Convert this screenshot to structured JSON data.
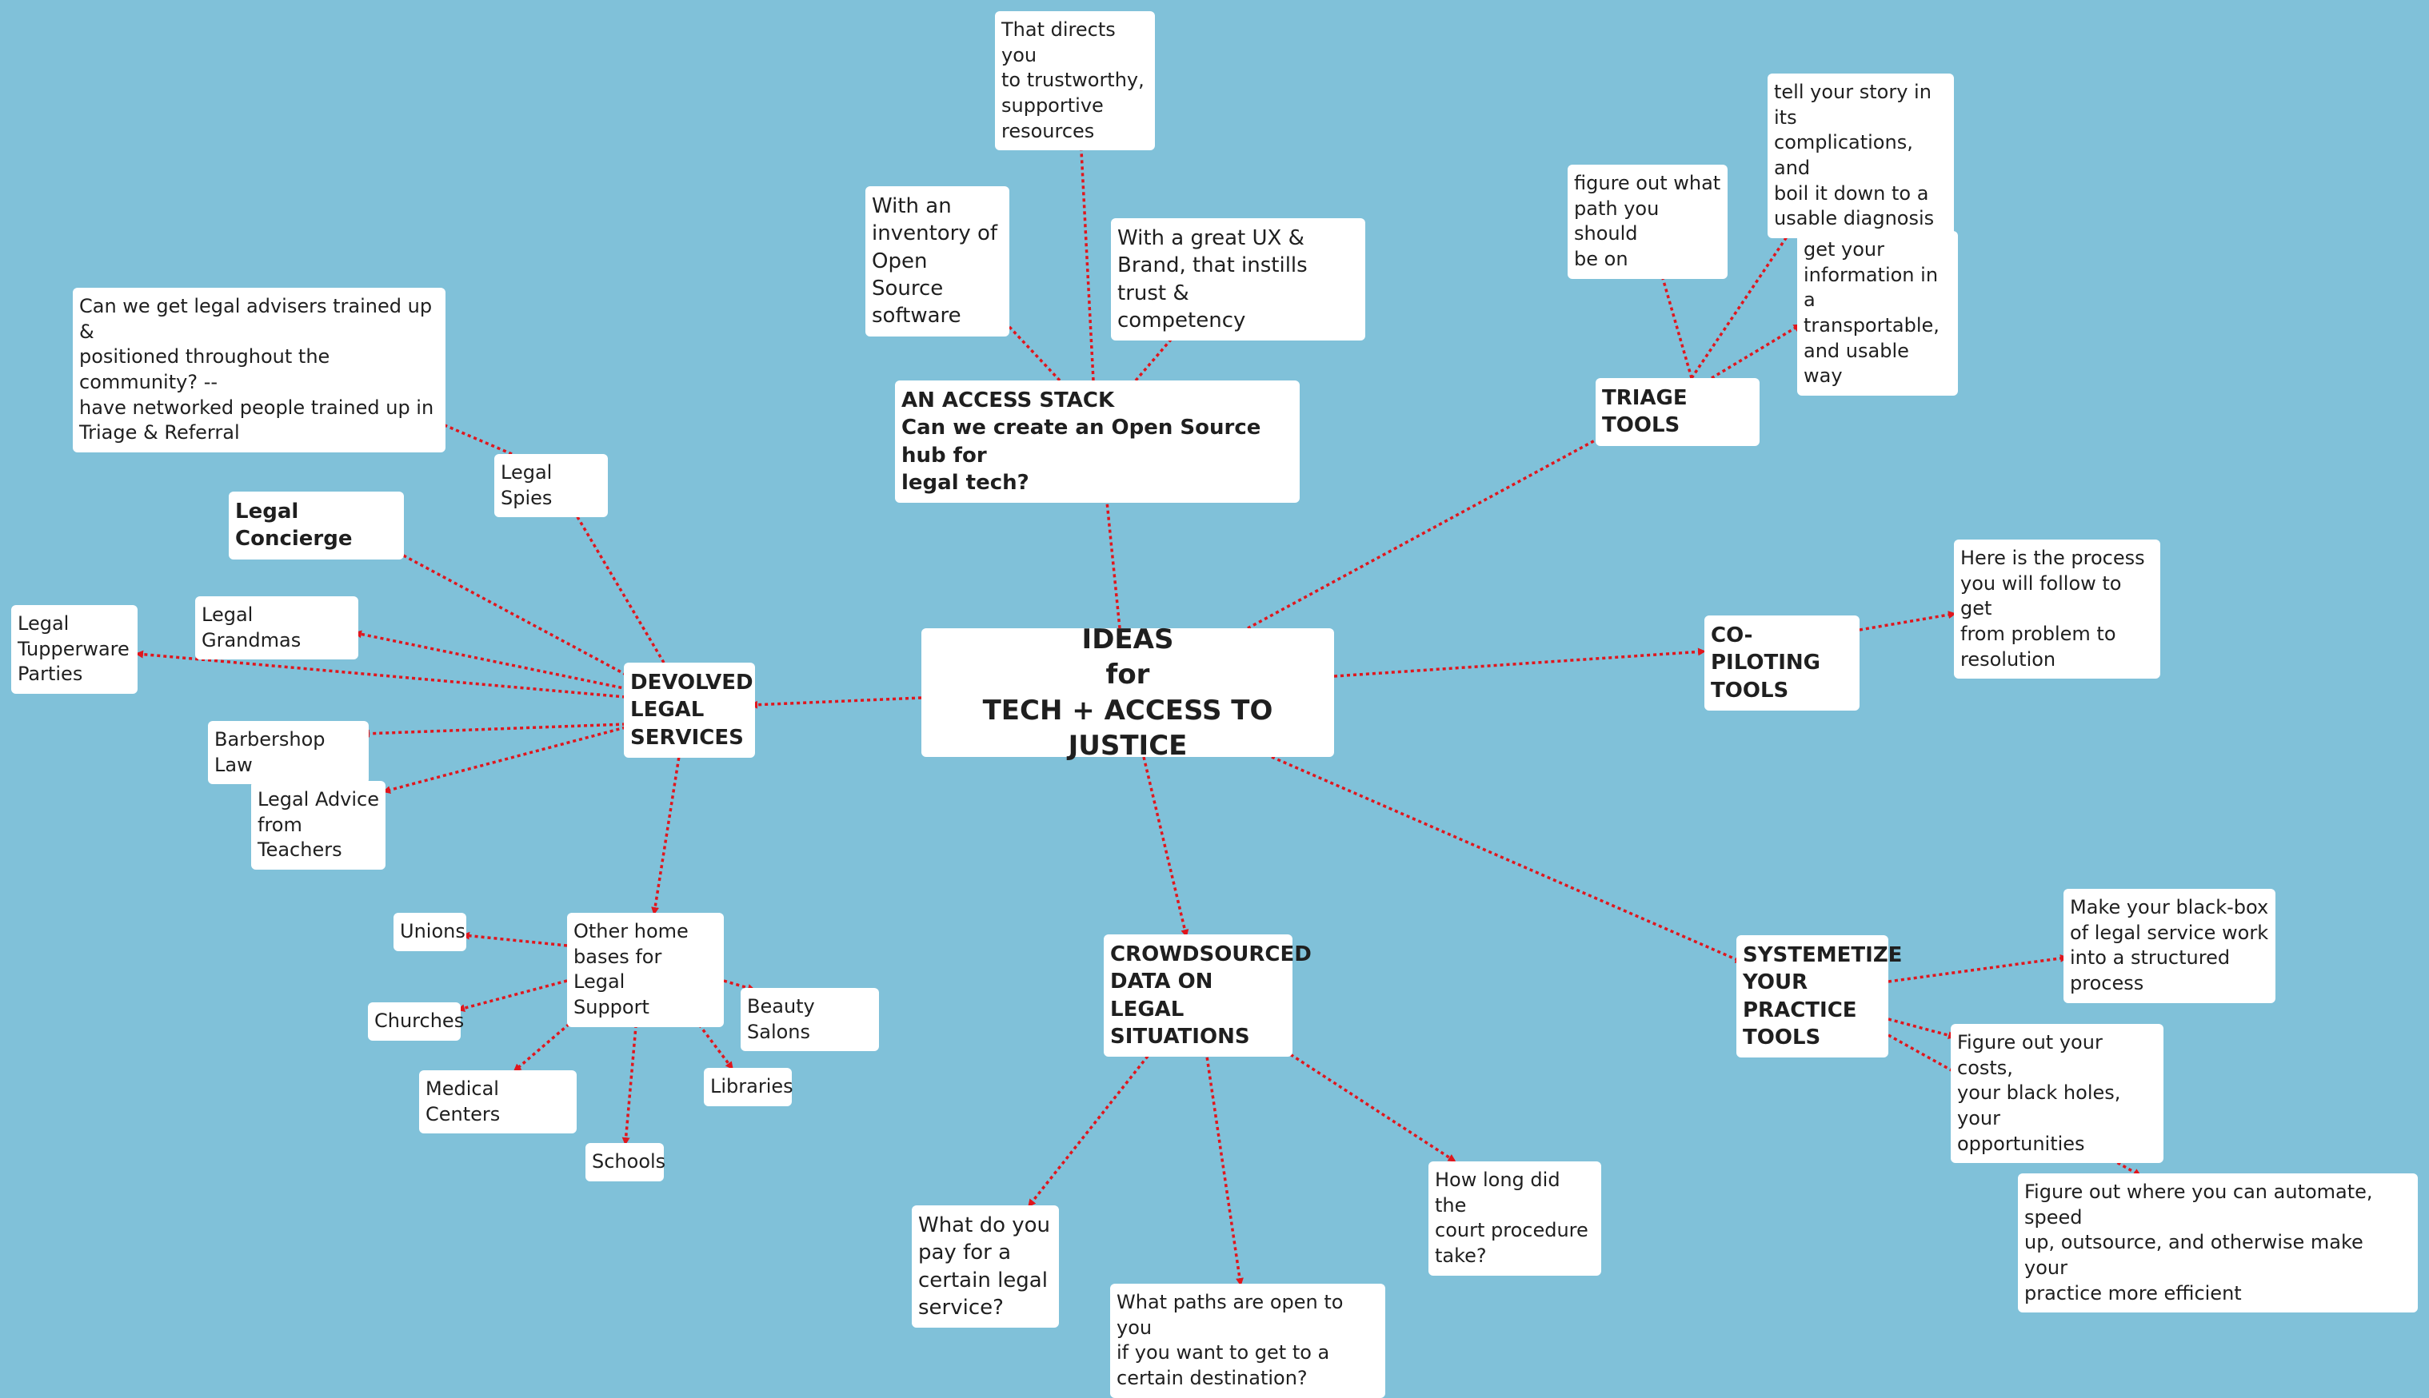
{
  "nodes": {
    "center": "IDEAS\nfor\nTECH + ACCESS TO JUSTICE",
    "access_stack": "AN ACCESS STACK\nCan we create an Open Source hub for\nlegal tech?",
    "access_trustworthy": "That directs you\nto trustworthy,\nsupportive\nresources",
    "access_inventory": "With an\ninventory of\nOpen Source\nsoftware",
    "access_ux": "With a great UX &\nBrand, that instills trust &\ncompetency",
    "triage_tools": "TRIAGE TOOLS",
    "triage_path": "figure out what\npath you should\nbe on",
    "triage_story": "tell your story in its\ncomplications, and\nboil it down to a\nusable diagnosis",
    "triage_info": "get your\ninformation in a\ntransportable,\nand usable way",
    "copiloting": "CO-PILOTING\nTOOLS",
    "copiloting_process": "Here is the process\nyou will follow to get\nfrom problem to\nresolution",
    "systemetize": "SYSTEMETIZE\nYOUR\nPRACTICE\nTOOLS",
    "sys_blackbox": "Make your black-box\nof legal service work\ninto a structured\nprocess",
    "sys_costs": "Figure out your costs,\nyour black holes, your\nopportunities",
    "sys_automate": "Figure out where you can automate, speed\nup, outsource, and otherwise make your\npractice more efficient",
    "crowdsourced": "CROWDSOURCED\n DATA ON LEGAL\nSITUATIONS",
    "crowd_pay": "What do you\npay for a\ncertain legal\nservice?",
    "crowd_paths": "What paths are open to you\nif you want to get to a\ncertain destination?",
    "crowd_howlong": "How long did the\ncourt procedure\ntake?",
    "devolved": "DEVOLVED\nLEGAL\nSERVICES",
    "legal_spies": "Legal Spies",
    "legal_spies_detail": "Can we get legal advisers trained up &\npositioned throughout the community? --\nhave networked people trained up in\nTriage & Referral",
    "legal_concierge": "Legal Concierge",
    "legal_grandmas": "Legal Grandmas",
    "legal_tupperware": "Legal\nTupperware\nParties",
    "barbershop_law": "Barbershop Law",
    "legal_teachers": "Legal Advice\nfrom Teachers",
    "other_home_bases": "Other home\nbases for Legal\nSupport",
    "unions": "Unions",
    "churches": "Churches",
    "medical_centers": "Medical Centers",
    "schools": "Schools",
    "libraries": "Libraries",
    "beauty_salons": "Beauty Salons"
  },
  "colors": {
    "background": "#80c1d9",
    "node_fill": "#ffffff",
    "edge": "#e0161d"
  }
}
